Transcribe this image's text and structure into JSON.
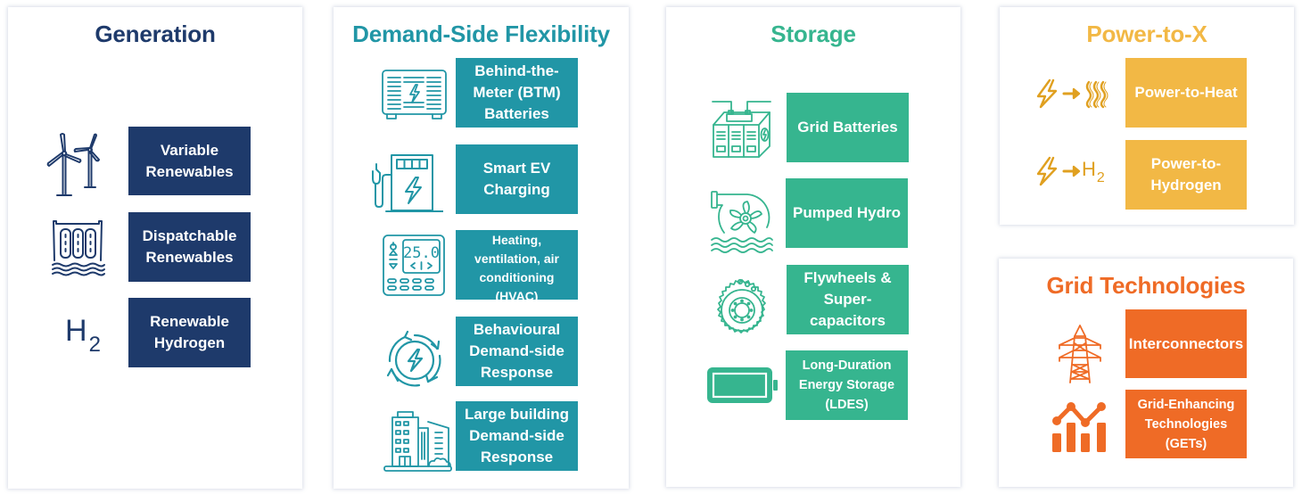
{
  "colors": {
    "generation": "#1e3a6b",
    "demand_side_flexibility": "#2196a6",
    "storage": "#36b58f",
    "power_to_x": "#f2b845",
    "power_to_x_icon": "#e0a020",
    "grid_technologies": "#ef6b26"
  },
  "generation": {
    "title": "Generation",
    "items": [
      {
        "label": "Variable Renewables",
        "icon": "wind-turbines-icon"
      },
      {
        "label": "Dispatchable Renewables",
        "icon": "hydro-dam-icon"
      },
      {
        "label": "Renewable Hydrogen",
        "icon": "hydrogen-h2-icon",
        "icon_text": "H",
        "icon_sub": "2"
      }
    ]
  },
  "demand_side_flexibility": {
    "title": "Demand-Side Flexibility",
    "items": [
      {
        "label": "Behind-the-Meter (BTM) Batteries",
        "icon": "home-battery-icon"
      },
      {
        "label": "Smart EV Charging",
        "icon": "ev-charger-icon"
      },
      {
        "label": "Heating, ventilation, air conditioning (HVAC)",
        "icon": "thermostat-icon",
        "icon_text": "25.0"
      },
      {
        "label": "Behavioural Demand-side Response",
        "icon": "cycle-lightning-icon"
      },
      {
        "label": "Large building Demand-side Response",
        "icon": "office-buildings-icon"
      }
    ]
  },
  "storage": {
    "title": "Storage",
    "items": [
      {
        "label": "Grid Batteries",
        "icon": "battery-bank-icon"
      },
      {
        "label": "Pumped Hydro",
        "icon": "turbine-water-icon"
      },
      {
        "label": "Flywheels & Super-capacitors",
        "icon": "flywheel-icon"
      },
      {
        "label": "Long-Duration Energy Storage (LDES)",
        "icon": "battery-full-icon"
      }
    ]
  },
  "power_to_x": {
    "title": "Power-to-X",
    "items": [
      {
        "label": "Power-to-Heat",
        "icon": "power-to-heat-icon"
      },
      {
        "label": "Power-to-Hydrogen",
        "icon": "power-to-hydrogen-icon",
        "icon_text": "H",
        "icon_sub": "2"
      }
    ]
  },
  "grid_technologies": {
    "title": "Grid Technologies",
    "items": [
      {
        "label": "Interconnectors",
        "icon": "transmission-tower-icon"
      },
      {
        "label": "Grid-Enhancing Technologies (GETs)",
        "icon": "bar-line-chart-icon"
      }
    ]
  }
}
